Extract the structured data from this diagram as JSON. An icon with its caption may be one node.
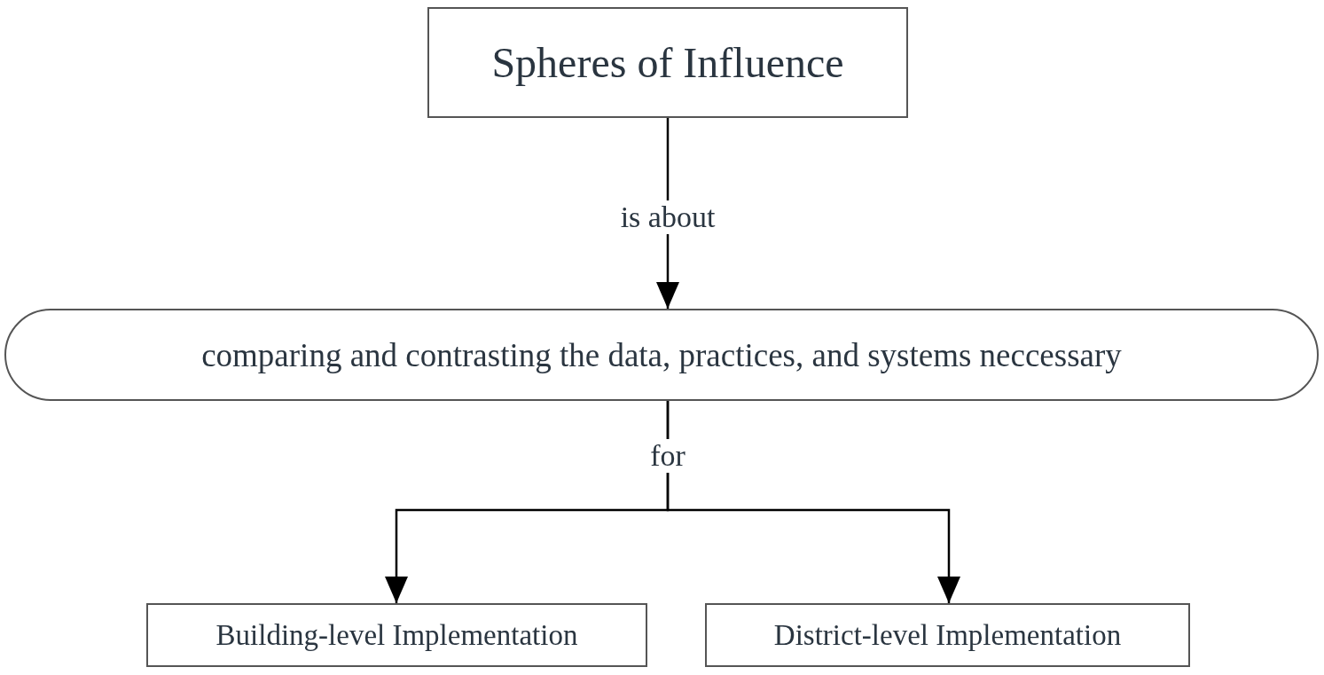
{
  "diagram": {
    "nodes": [
      {
        "text": [
          "Spheres of Influence"
        ]
      },
      {
        "text": [
          "comparing and contrasting the data, practices, and systems neccessary"
        ]
      },
      {
        "text": [
          "Building-level Implementation"
        ]
      },
      {
        "text": [
          "District-level Implementation"
        ]
      }
    ],
    "edges": [
      {
        "from": 0,
        "to": 1,
        "arrow": "to",
        "label": "is about"
      },
      {
        "from": 1,
        "to": 2,
        "arrow": "to",
        "label": "for"
      },
      {
        "from": 1,
        "to": 3,
        "arrow": "to"
      }
    ]
  }
}
